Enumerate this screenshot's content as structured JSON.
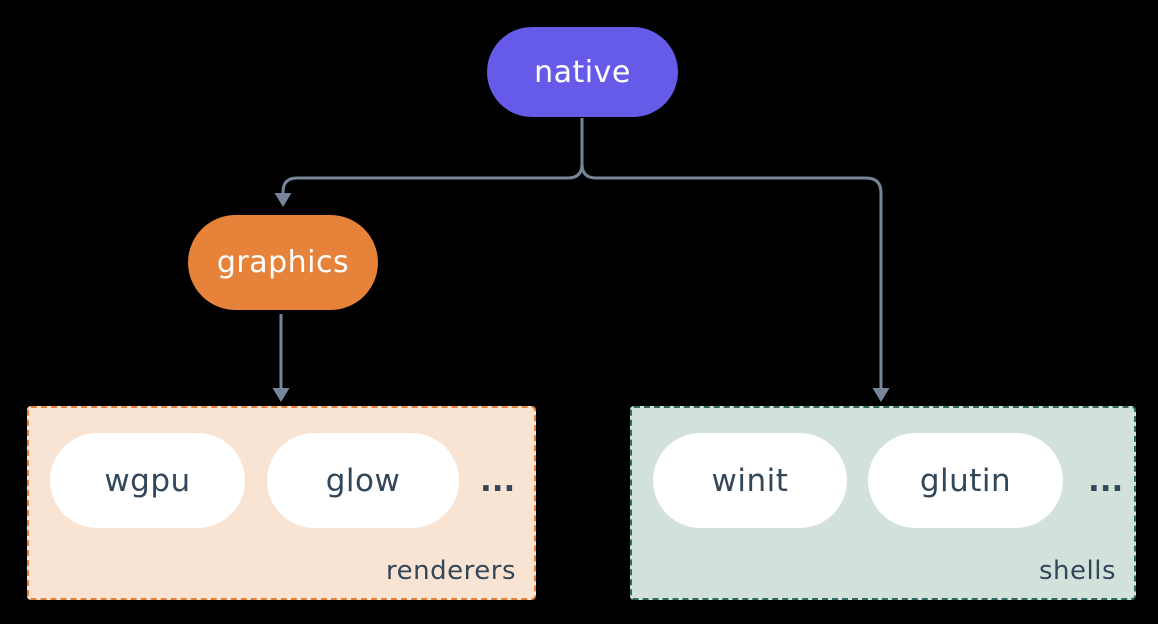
{
  "diagram": {
    "nodes": {
      "native": {
        "label": "native"
      },
      "graphics": {
        "label": "graphics"
      }
    },
    "groups": {
      "renderers": {
        "label": "renderers",
        "items": [
          "wgpu",
          "glow"
        ],
        "ellipsis": "..."
      },
      "shells": {
        "label": "shells",
        "items": [
          "winit",
          "glutin"
        ],
        "ellipsis": "..."
      }
    },
    "edges": [
      {
        "from": "native",
        "to": "graphics"
      },
      {
        "from": "native",
        "to": "shells"
      },
      {
        "from": "graphics",
        "to": "renderers"
      }
    ],
    "colors": {
      "background": "#000000",
      "native_fill": "#655be8",
      "graphics_fill": "#e6823a",
      "connector": "#768599",
      "renderers_fill": "#f9e4d3",
      "renderers_border": "#e67f38",
      "shells_fill": "#d2e2da",
      "shells_border": "#2e6b5e",
      "pill_fill": "#ffffff",
      "dark_text": "#33475a",
      "light_text": "#ffffff"
    }
  }
}
